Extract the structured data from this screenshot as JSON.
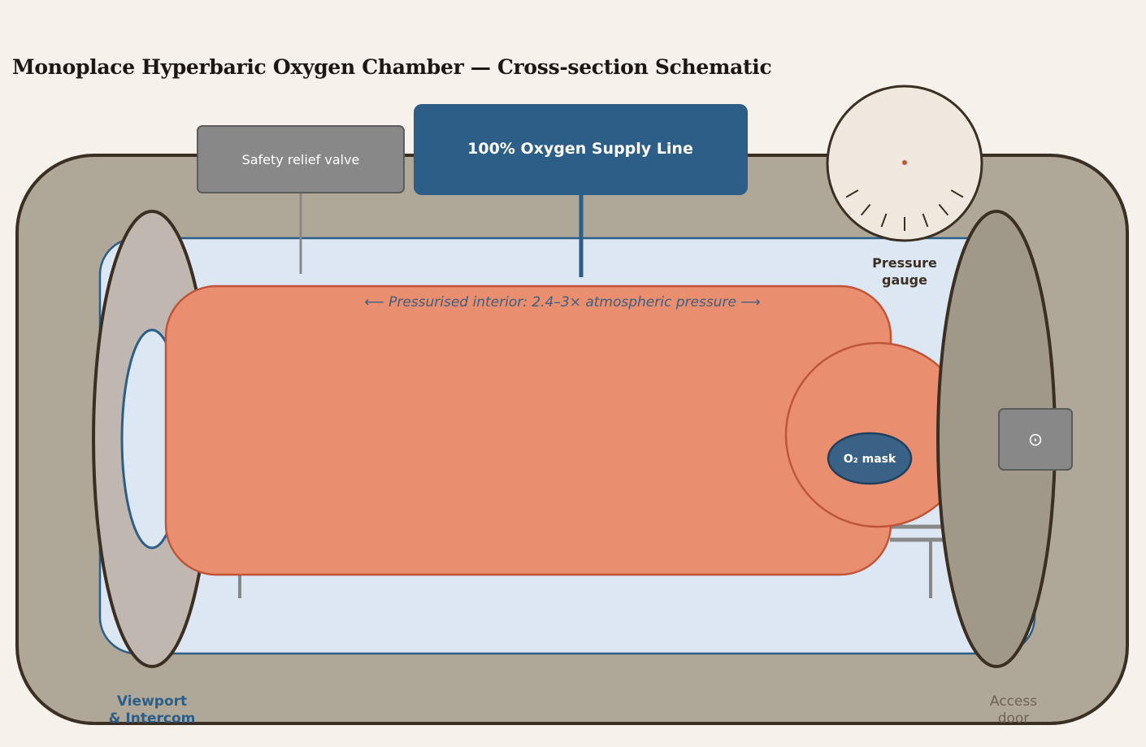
{
  "title": "Monoplace Hyperbaric Oxygen Chamber — Cross-section Schematic",
  "labels": {
    "safety_valve": "Safety relief valve",
    "oxygen_supply": "100% Oxygen Supply Line",
    "pressure_gauge_line1": "Pressure",
    "pressure_gauge_line2": "gauge",
    "interior_note": "⟵  Pressurised interior: 2.4–3× atmospheric pressure  ⟶",
    "o2_mask": "O₂ mask",
    "viewport_line1": "Viewport",
    "viewport_line2": "& Intercom",
    "access_door_line1": "Access",
    "access_door_line2": "door",
    "door_handle_glyph": "⊙"
  },
  "colors": {
    "background": "#f6f1eb",
    "shell": "#afa898",
    "shell_stroke": "#3b2f23",
    "interior": "#dce7f3",
    "interior_stroke": "#2c5e88",
    "patient": "#e98e6e",
    "patient_stroke": "#c0553a",
    "oxygen_blue": "#2c5e88",
    "valve_gray": "#888888",
    "gauge_face": "#efe8df",
    "gauge_needle": "#c0553a",
    "viewport_cap": "#bfb7b0",
    "door_cap": "#a0998a",
    "mask": "#3a6186",
    "access_label": "#6f6354"
  }
}
